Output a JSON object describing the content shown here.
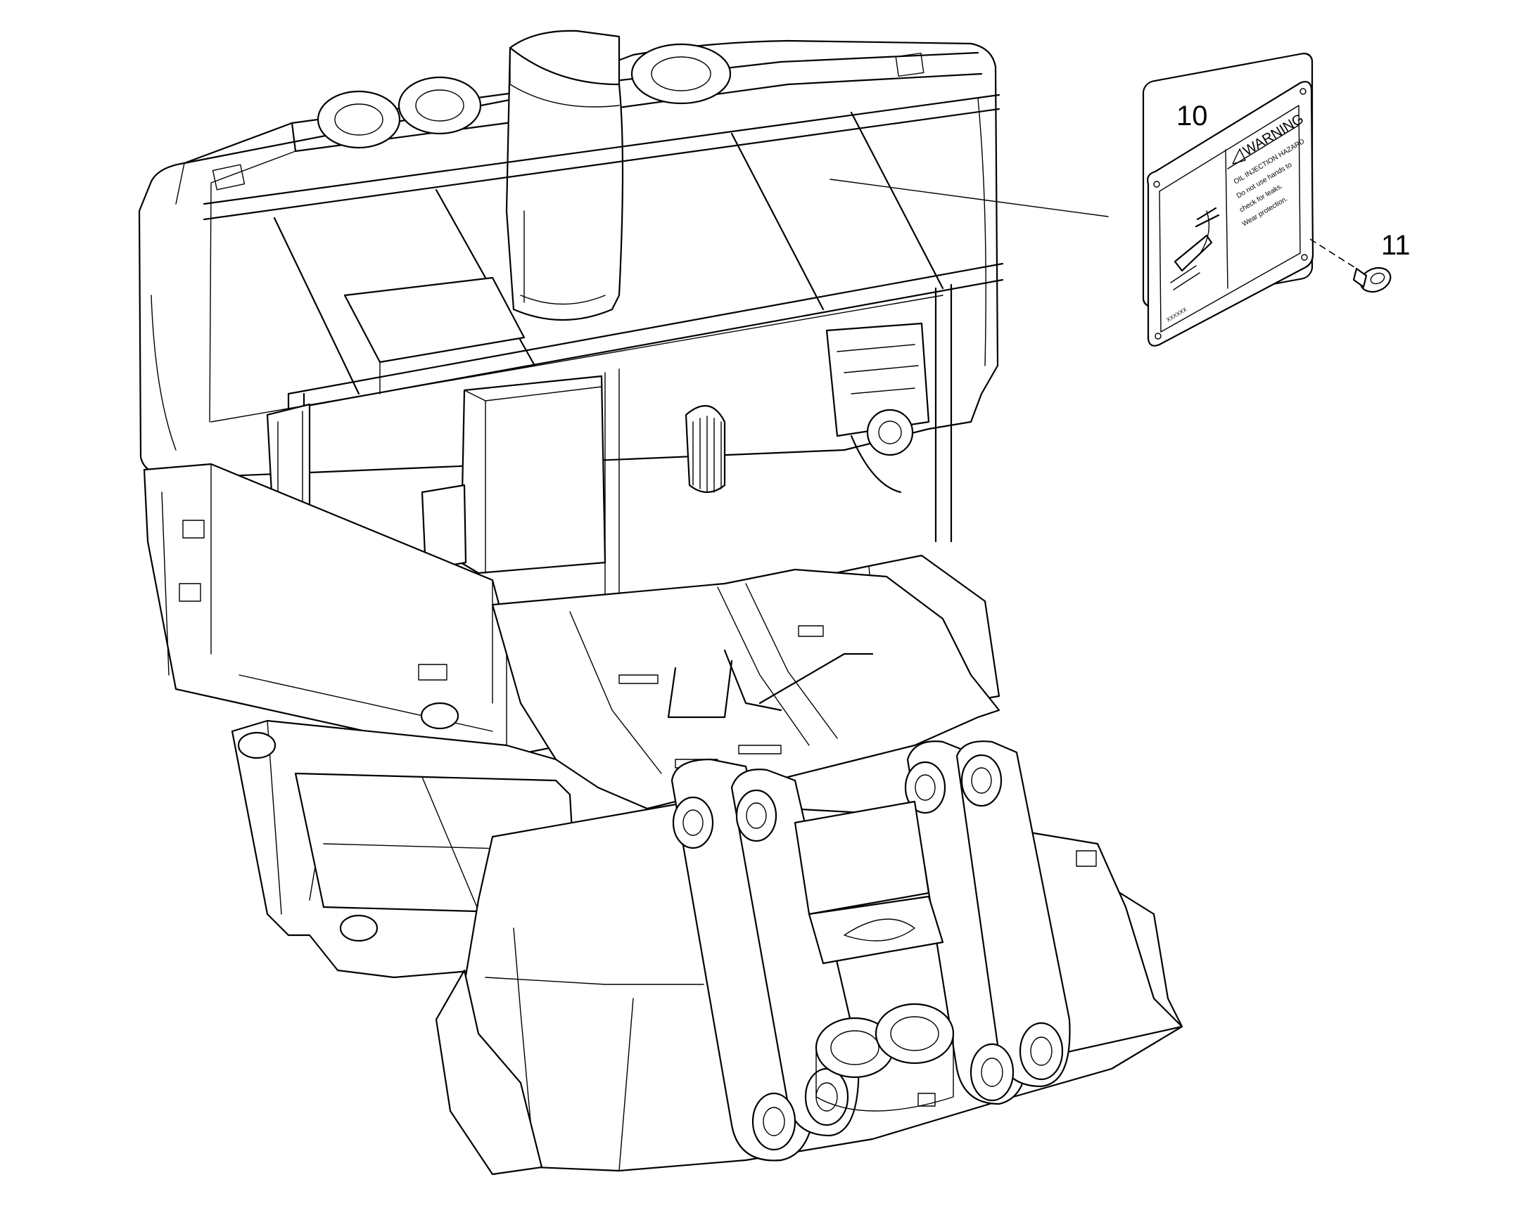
{
  "callouts": [
    {
      "id": "10",
      "text": "10",
      "part": "warning-decal"
    },
    {
      "id": "11",
      "text": "11",
      "part": "rivet"
    }
  ],
  "decal": {
    "heading": "WARNING",
    "title": "OIL INJECTION HAZARD",
    "lines": [
      "Do not use hands to",
      "check for leaks.",
      "Wear protection."
    ],
    "part_code": "XXXXXX"
  },
  "colors": {
    "line": "#000000",
    "background": "#ffffff"
  }
}
